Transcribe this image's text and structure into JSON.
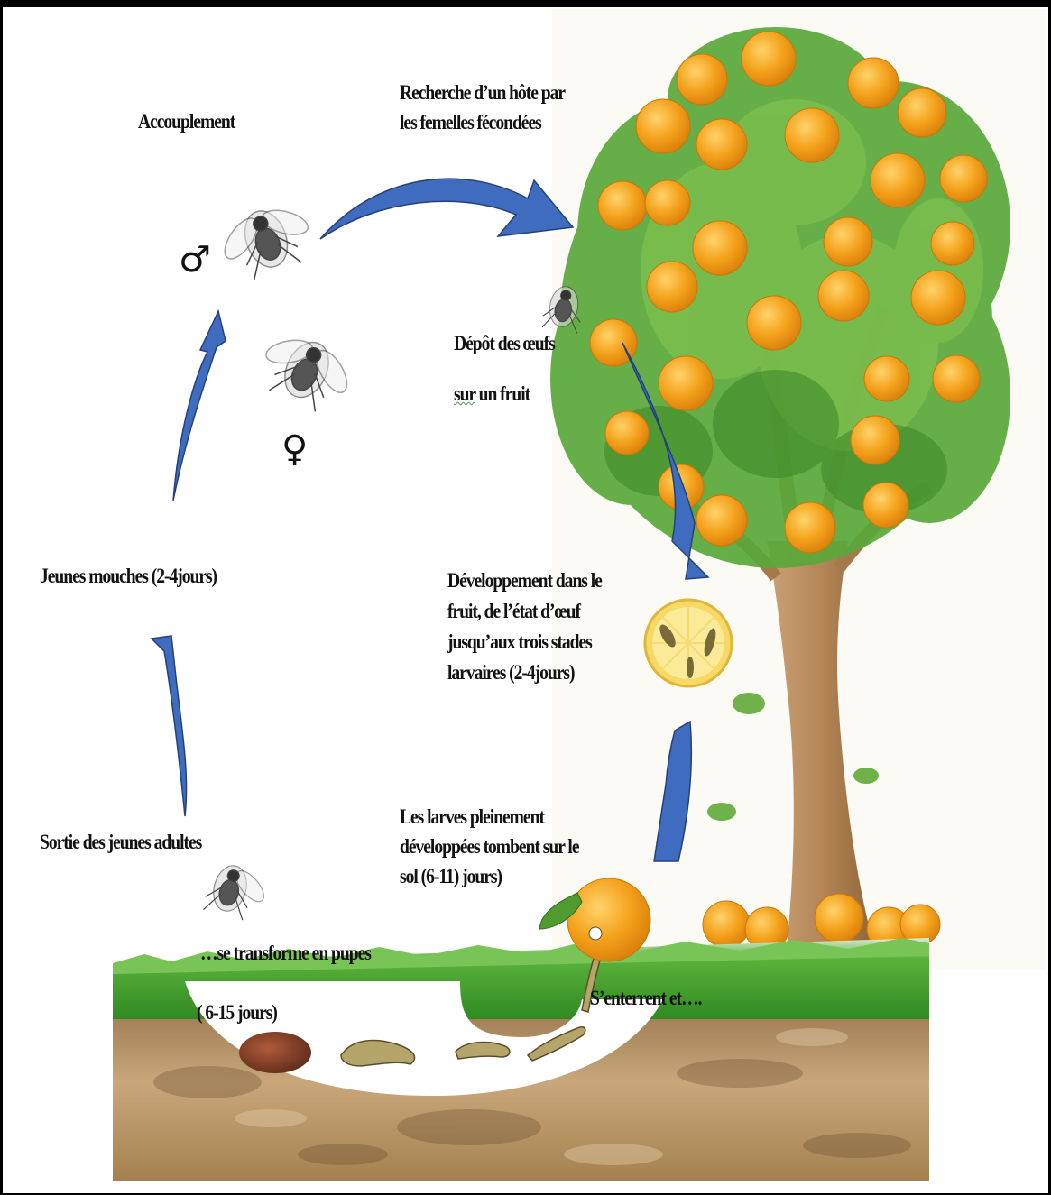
{
  "labels": {
    "accouplement": "Accouplement",
    "recherche_line1": "Recherche d’un hôte par",
    "recherche_line2": "les femelles fécondées",
    "depot_line1": "Dépôt des œufs",
    "depot_line2_a": "sur",
    "depot_line2_b": " un fruit",
    "developpement_line1": "Développement dans le",
    "developpement_line2": "fruit, de l’état d’œuf",
    "developpement_line3": "jusqu’aux  trois stades",
    "developpement_line4": "larvaires (2-4jours)",
    "larves_line1": "Les larves pleinement",
    "larves_line2": "développées tombent sur le",
    "larves_line3": "sol (6-11) jours)",
    "enterrent": "S’enterrent et….",
    "pupes": "…se transforme en pupes",
    "duree_pupes": "( 6-15 jours)",
    "sortie": "Sortie des jeunes adultes",
    "jeunes_mouches": "Jeunes mouches (2-4jours)"
  },
  "symbols": {
    "male": "♂",
    "female": "♀"
  },
  "colors": {
    "arrow_fill": "#3f6cbf",
    "arrow_stroke": "#24427a",
    "orange": "#f4a21c",
    "leaf": "#4f9b2e",
    "grass": "#3f9e2a",
    "soil": "#a88255",
    "trunk": "#b5895b"
  }
}
